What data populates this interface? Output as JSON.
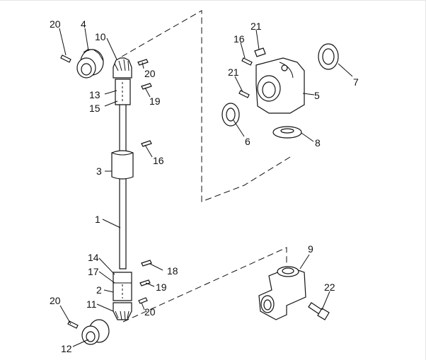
{
  "diagram": {
    "callouts": {
      "c1": "1",
      "c2": "2",
      "c3": "3",
      "c4": "4",
      "c5": "5",
      "c6": "6",
      "c7": "7",
      "c8": "8",
      "c9": "9",
      "c10": "10",
      "c11": "11",
      "c12": "12",
      "c13": "13",
      "c14": "14",
      "c15": "15",
      "c16a": "16",
      "c16b": "16",
      "c17": "17",
      "c18": "18",
      "c19a": "19",
      "c19b": "19",
      "c20a": "20",
      "c20b": "20",
      "c20c": "20",
      "c20d": "20",
      "c21a": "21",
      "c21b": "21",
      "c22": "22"
    }
  }
}
